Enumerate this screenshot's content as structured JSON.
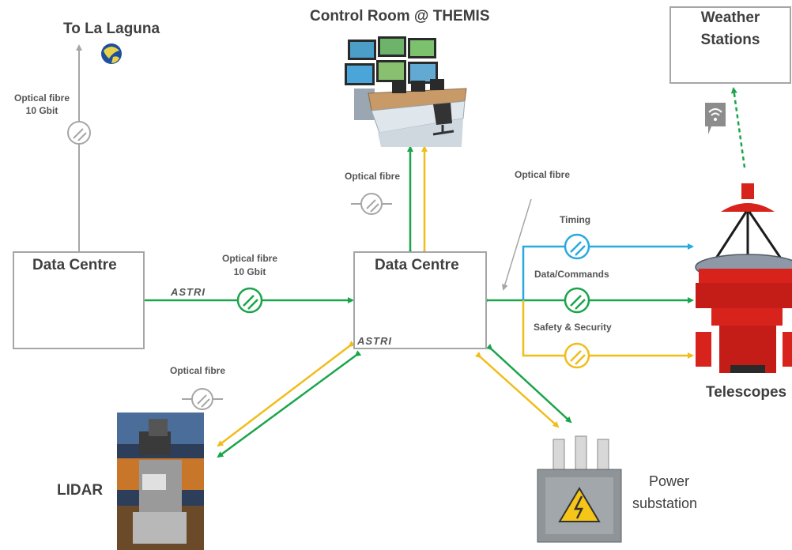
{
  "labels": {
    "to_la_laguna": "To La Laguna",
    "control_room": "Control Room @ THEMIS",
    "weather_stations_line1": "Weather",
    "weather_stations_line2": "Stations",
    "data_centre_left": "Data Centre",
    "data_centre_center": "Data Centre",
    "telescopes": "Telescopes",
    "lidar": "LIDAR",
    "power_line1": "Power",
    "power_line2": "substation",
    "astri_logo_left": "ASTRI",
    "astri_logo_center": "ASTRI"
  },
  "links": {
    "laguna_fibre_line1": "Optical fibre",
    "laguna_fibre_line2": "10 Gbit",
    "dc_fibre_line1": "Optical fibre",
    "dc_fibre_line2": "10 Gbit",
    "control_fibre": "Optical fibre",
    "telescope_fibre": "Optical fibre",
    "lidar_fibre": "Optical fibre",
    "timing": "Timing",
    "data_commands": "Data/Commands",
    "safety_security": "Safety & Security"
  },
  "colors": {
    "green": "#1aa54a",
    "yellow": "#f0bd1a",
    "blue": "#29a9e0",
    "grey": "#a6a6a6",
    "telescope_red": "#d8231c"
  }
}
